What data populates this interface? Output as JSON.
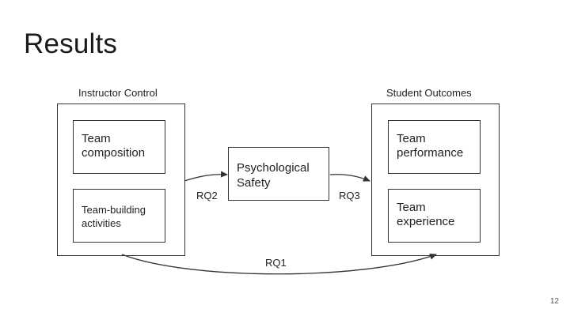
{
  "slide": {
    "title": "Results",
    "page_number": "12"
  },
  "diagram": {
    "groups": {
      "instructor": {
        "label": "Instructor Control"
      },
      "student": {
        "label": "Student Outcomes"
      }
    },
    "nodes": {
      "team_composition": {
        "line1": "Team",
        "line2": "composition"
      },
      "team_building": {
        "line1": "Team-building",
        "line2": "activities"
      },
      "psychological_safety": {
        "line1": "Psychological",
        "line2": "Safety"
      },
      "team_performance": {
        "line1": "Team",
        "line2": "performance"
      },
      "team_experience": {
        "line1": "Team",
        "line2": "experience"
      }
    },
    "edges": {
      "rq1": "RQ1",
      "rq2": "RQ2",
      "rq3": "RQ3"
    },
    "colors": {
      "stroke": "#333333",
      "text": "#222222"
    }
  }
}
